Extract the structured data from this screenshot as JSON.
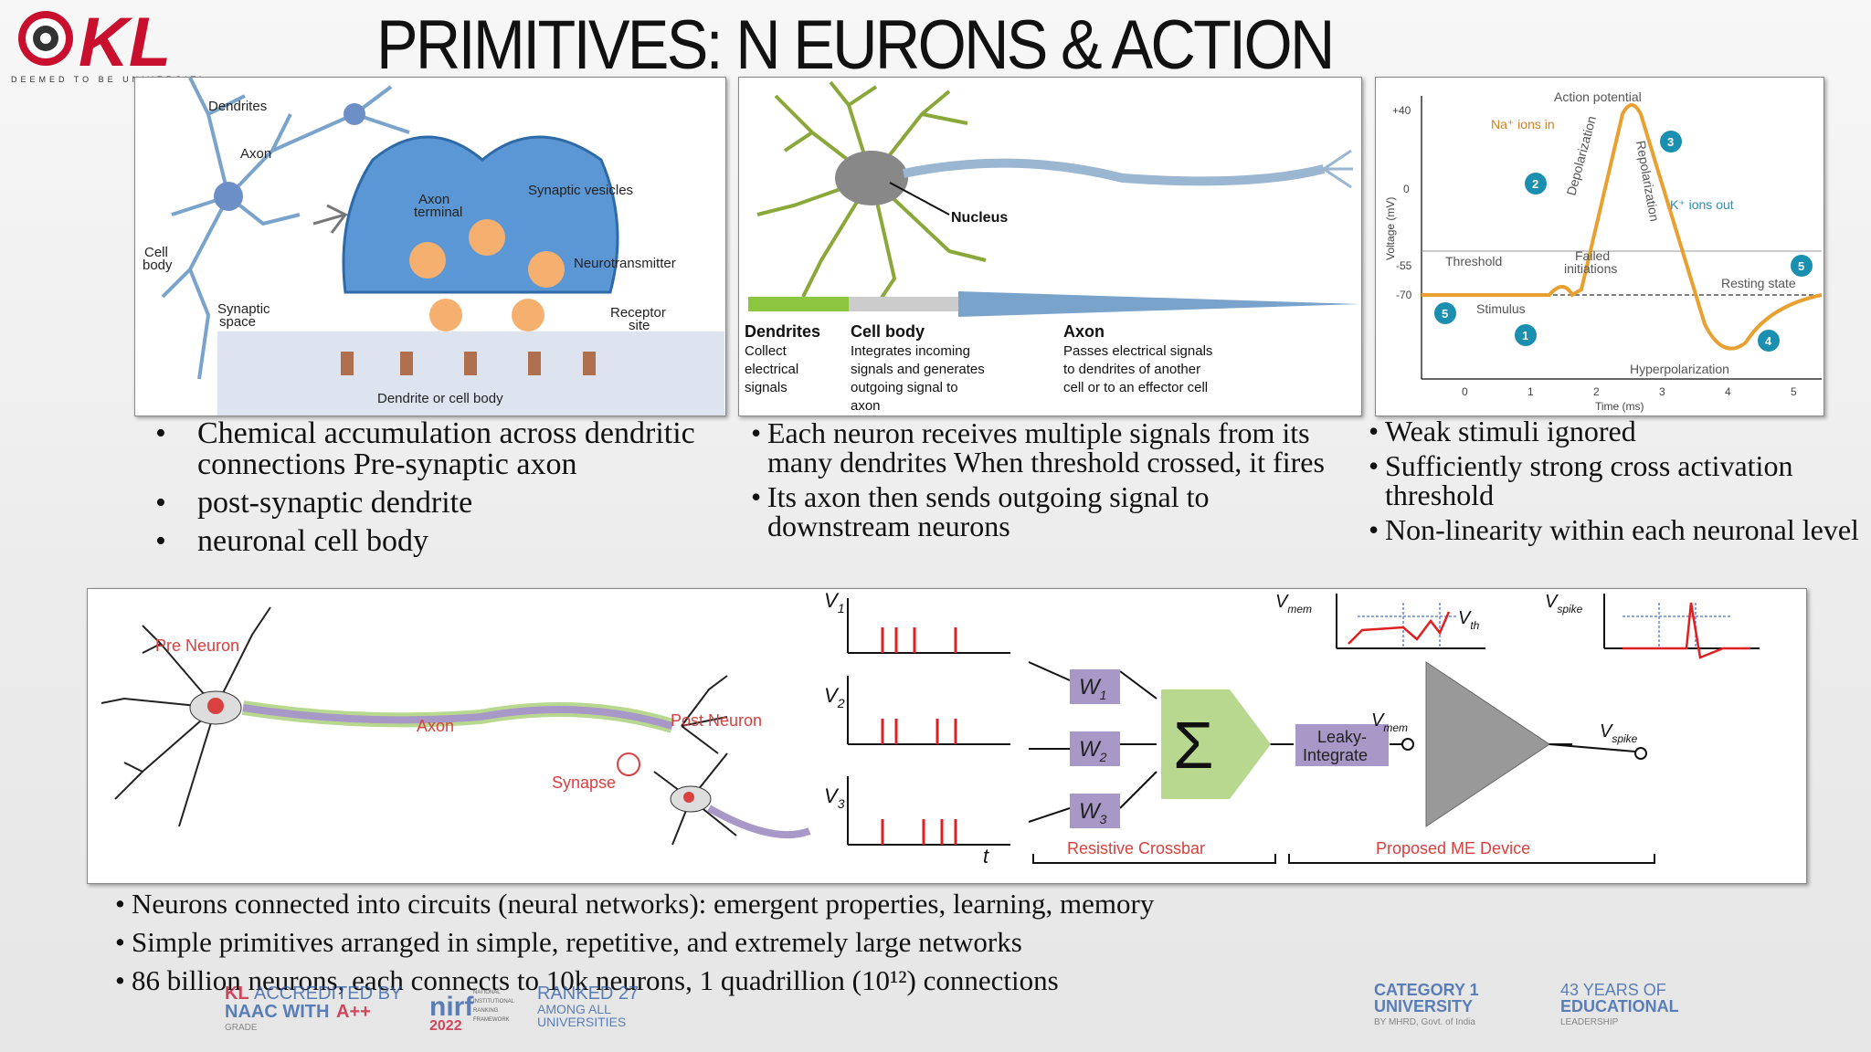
{
  "header": {
    "title": "PRIMITIVES: N EURONS & ACTION",
    "logo_text": "KL",
    "logo_sub": "DEEMED TO BE UNIVERSITY"
  },
  "panel1": {
    "dendrites": "Dendrites",
    "axon": "Axon",
    "synaptic_vesicles": "Synaptic vesicles",
    "axon_terminal_1": "Axon",
    "axon_terminal_2": "terminal",
    "neurotransmitter": "Neurotransmitter",
    "cell_body_1": "Cell",
    "cell_body_2": "body",
    "synaptic_space_1": "Synaptic",
    "synaptic_space_2": "space",
    "receptor_1": "Receptor",
    "receptor_2": "site",
    "dendrite_cell": "Dendrite or cell body"
  },
  "panel2": {
    "nucleus": "Nucleus",
    "dendrites_h": "Dendrites",
    "dendrites_t1": "Collect",
    "dendrites_t2": "electrical",
    "dendrites_t3": "signals",
    "cell_h": "Cell body",
    "cell_t1": "Integrates incoming",
    "cell_t2": "signals and generates",
    "cell_t3": "outgoing signal to",
    "cell_t4": "axon",
    "axon_h": "Axon",
    "axon_t1": "Passes electrical signals",
    "axon_t2": "to dendrites of another",
    "axon_t3": "cell or to an effector cell"
  },
  "panel3": {
    "action_potential": "Action potential",
    "na_ions": "Na⁺ ions in",
    "k_ions": "K⁺ ions out",
    "depolarization": "Depolarization",
    "repolarization": "Repolarization",
    "threshold": "Threshold",
    "failed_1": "Failed",
    "failed_2": "initiations",
    "resting": "Resting state",
    "stimulus": "Stimulus",
    "hyperpolarization": "Hyperpolarization",
    "ylabel": "Voltage (mV)",
    "xlabel": "Time (ms)",
    "y_ticks": [
      "+40",
      "0",
      "-55",
      "-70"
    ],
    "x_ticks": [
      "0",
      "1",
      "2",
      "3",
      "4",
      "5"
    ],
    "markers": [
      "1",
      "2",
      "3",
      "4",
      "5",
      "5"
    ]
  },
  "bullets1": [
    "Chemical accumulation across dendritic connections Pre-synaptic axon",
    "post-synaptic dendrite",
    "neuronal cell body"
  ],
  "bullets2": [
    "Each neuron receives multiple  signals from its many dendrites When threshold crossed, it fires",
    "Its axon then sends outgoing  signal to downstream neurons"
  ],
  "bullets3": [
    "Weak stimuli ignored",
    "Sufficiently strong cross  activation threshold",
    "Non-linearity within  each neuronal level"
  ],
  "panel4": {
    "pre_neuron": "Pre Neuron",
    "axon": "Axon",
    "post_neuron": "Post Neuron",
    "synapse": "Synapse",
    "v1": "V",
    "v1_sub": "1",
    "v2": "V",
    "v2_sub": "2",
    "v3": "V",
    "v3_sub": "3",
    "t": "t",
    "w1": "W",
    "w1_sub": "1",
    "w2": "W",
    "w2_sub": "2",
    "w3": "W",
    "w3_sub": "3",
    "sigma": "Σ",
    "leaky_1": "Leaky-",
    "leaky_2": "Integrate",
    "vmem": "V",
    "vmem_sub": "mem",
    "vspike": "V",
    "vspike_sub": "spike",
    "vth": "V",
    "vth_sub": "th",
    "resistive": "Resistive Crossbar",
    "proposed": "Proposed ME Device"
  },
  "bullets4": [
    "Neurons connected into circuits (neural networks): emergent properties, learning, memory",
    "Simple primitives arranged in simple, repetitive, and extremely large networks",
    "86 billion neurons, each connects to 10k neurons, 1 quadrillion (10¹²) connections"
  ],
  "footer": {
    "kl": "KL",
    "accredited": "ACCREDITED BY",
    "naac": "NAAC WITH",
    "aplus": "A++",
    "grade": "GRADE",
    "nirf": "nirf",
    "nirf_1": "NATIONAL",
    "nirf_2": "INSTITUTIONAL",
    "nirf_3": "RANKING",
    "nirf_4": "FRAMEWORK",
    "nirf_year": "2022",
    "ranked": "RANKED 27",
    "among": "AMONG ALL",
    "universities": "UNIVERSITIES",
    "cat1": "CATEGORY 1",
    "cat2": "UNIVERSITY",
    "cat3": "BY MHRD, Govt. of India",
    "y43": "43 YEARS OF",
    "edu": "EDUCATIONAL",
    "lead": "LEADERSHIP"
  },
  "colors": {
    "accent": "#c8102e",
    "orange": "#e8a030",
    "teal": "#1a8fb0",
    "spike": "#e02020",
    "violet": "#a898c8",
    "green": "#b8d890"
  }
}
